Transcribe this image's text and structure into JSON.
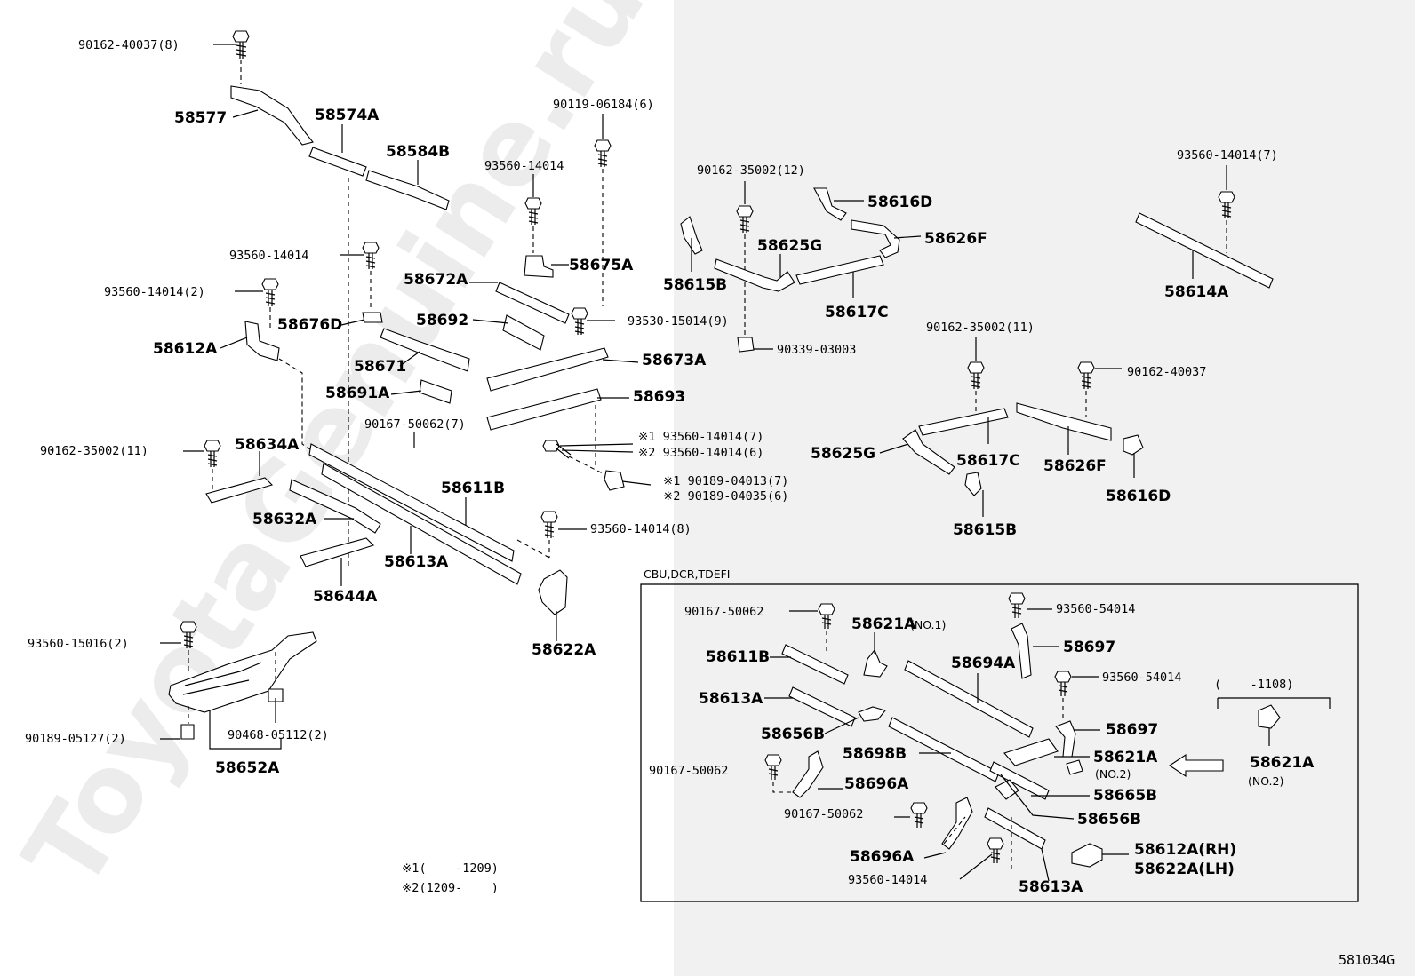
{
  "watermark": "ToyotaGenuine.ru",
  "diagram_code": "581034G",
  "left_labels": {
    "b_90162_40037_8": "90162-40037(8)",
    "p58577": "58577",
    "p58574A": "58574A",
    "p58584B": "58584B",
    "b_90119_06184_6": "90119-06184(6)",
    "b_93560_14014_a": "93560-14014",
    "p58675A": "58675A",
    "b_93560_14014_b": "93560-14014",
    "b_93560_14014_2": "93560-14014(2)",
    "p58672A": "58672A",
    "p58676D": "58676D",
    "p58692": "58692",
    "b_93530_15014_9": "93530-15014(9)",
    "p58612A": "58612A",
    "p58671": "58671",
    "b_90339_03003": "90339-03003",
    "p58673A": "58673A",
    "p58691A": "58691A",
    "p58693": "58693",
    "b_90167_50062_7": "90167-50062(7)",
    "n1_93560_14014_7": "※1 93560-14014(7)",
    "n2_93560_14014_6": "※2 93560-14014(6)",
    "b_90162_35002_11_left": "90162-35002(11)",
    "p58634A": "58634A",
    "n1_90189_04013_7": "※1 90189-04013(7)",
    "n2_90189_04035_6": "※2 90189-04035(6)",
    "p58611B": "58611B",
    "p58632A": "58632A",
    "b_93560_14014_8": "93560-14014(8)",
    "p58613A": "58613A",
    "p58644A": "58644A",
    "p58622A": "58622A",
    "b_93560_15016_2": "93560-15016(2)",
    "b_90468_05112_2": "90468-05112(2)",
    "b_90189_05127_2": "90189-05127(2)",
    "p58652A": "58652A",
    "note1": "※1(    -1209)",
    "note2": "※2(1209-    )"
  },
  "right_labels": {
    "b_90162_35002_12": "90162-35002(12)",
    "p58616D_top": "58616D",
    "p58626F_top": "58626F",
    "p58625G_top": "58625G",
    "p58615B_top": "58615B",
    "p58617C_top": "58617C",
    "b_93560_14014_7": "93560-14014(7)",
    "p58614A": "58614A",
    "b_90162_35002_11_right": "90162-35002(11)",
    "b_90162_40037": "90162-40037",
    "p58625G_mid": "58625G",
    "p58617C_mid": "58617C",
    "p58626F_mid": "58626F",
    "p58616D_mid": "58616D",
    "p58615B_mid": "58615B"
  },
  "inset": {
    "title": "CBU,DCR,TDEFI",
    "b_90167_50062_a": "90167-50062",
    "p58621A_no1": "58621A",
    "no1": "(NO.1)",
    "b_93560_54014_a": "93560-54014",
    "p58697_a": "58697",
    "p58611B": "58611B",
    "p58694A": "58694A",
    "b_93560_54014_b": "93560-54014",
    "range": "(    -1108)",
    "p58613A_a": "58613A",
    "p58656B_a": "58656B",
    "p58697_b": "58697",
    "p58698B": "58698B",
    "p58621A_no2": "58621A",
    "no2": "(NO.2)",
    "p58621A_no2_side": "58621A",
    "no2_side": "(NO.2)",
    "b_90167_50062_b": "90167-50062",
    "p58696A_a": "58696A",
    "p58665B": "58665B",
    "b_90167_50062_c": "90167-50062",
    "p58656B_b": "58656B",
    "p58696A_b": "58696A",
    "p58612A_rh": "58612A(RH)",
    "p58622A_lh": "58622A(LH)",
    "b_93560_14014": "93560-14014",
    "p58613A_b": "58613A"
  }
}
